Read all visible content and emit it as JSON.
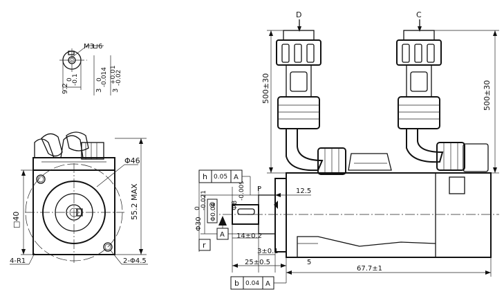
{
  "views": {
    "view_d": "D",
    "view_c": "C"
  },
  "keyway_detail": {
    "m_thread": "M3",
    "m_depth": "6",
    "dim_92": "9.2",
    "dim_92_tol_upper": "0",
    "dim_92_tol_lower": "-0.1",
    "dim_3a": "3",
    "dim_3a_tol_upper": "0",
    "dim_3a_tol_lower": "-0.014",
    "dim_3b": "3",
    "dim_3b_tol_upper": "+0.01",
    "dim_3b_tol_lower": "-0.02"
  },
  "front_view": {
    "dia_46": "Φ46",
    "dia_40": "□40",
    "height_max": "55.2 MAX",
    "corner_radius": "4-R1",
    "hole": "2-Φ4.5"
  },
  "side_view": {
    "cable_left": "500±30",
    "cable_right": "500±30",
    "dim_125": "12.5",
    "label_p": "P",
    "shaft_dia": "Φ8",
    "shaft_dia_tol": "-0.009",
    "pilot_dia": "Φ30",
    "pilot_dia_tol_upper": "0",
    "pilot_dia_tol_lower": "-0.021",
    "concentric": "Φ0.04",
    "datum_a": "A",
    "datum_label": "A",
    "key_len": "14±0.2",
    "dim_3": "3±0.1",
    "dim_25": "25±0.5",
    "dim_5": "5",
    "body_len": "67.7±1"
  },
  "tolerance_frames": {
    "h_symbol": "h",
    "h_value": "0.05",
    "h_datum": "A",
    "r_symbol": "r",
    "b_symbol": "b",
    "b_value": "0.04",
    "b_datum": "A"
  }
}
